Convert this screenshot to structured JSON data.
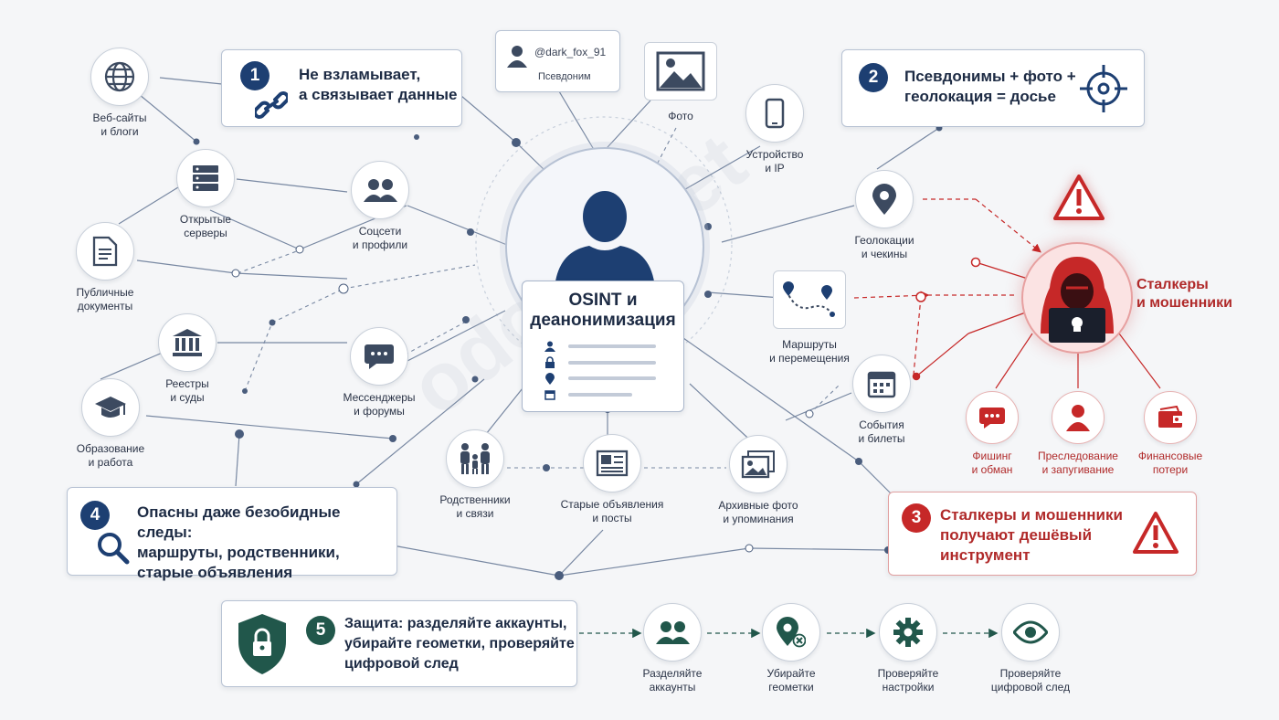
{
  "center": {
    "title": "OSINT и\nдеанонимизация"
  },
  "pseudonym_card": {
    "handle": "@dark_fox_91",
    "label": "Псевдоним"
  },
  "callouts": [
    {
      "num": "1",
      "text": "Не взламывает,\nа связывает данные"
    },
    {
      "num": "2",
      "text": "Псевдонимы + фото +\nгеолокация = досье"
    },
    {
      "num": "3",
      "text": "Сталкеры и мошенники\nполучают дешёвый\nинструмент"
    },
    {
      "num": "4",
      "text": "Опасны даже безобидные следы:\nмаршруты, родственники,\nстарые объявления"
    },
    {
      "num": "5",
      "text": "Защита: разделяйте аккаунты,\nубирайте геометки, проверяйте\nцифровой след"
    }
  ],
  "sources": {
    "websites": "Веб-сайты\nи блоги",
    "servers": "Открытые\nсерверы",
    "documents": "Публичные\nдокументы",
    "registries": "Реестры\nи суды",
    "education": "Образование\nи работа",
    "social": "Соцсети\nи профили",
    "messengers": "Мессенджеры\nи форумы",
    "photo": "Фото",
    "device": "Устройство\nи IP",
    "geolocation": "Геолокации\nи чекины",
    "routes": "Маршруты\nи перемещения",
    "events": "События\nи билеты",
    "relatives": "Родственники\nи связи",
    "old_ads": "Старые объявления\nи посты",
    "archive": "Архивные фото\nи упоминания"
  },
  "threat": {
    "label": "Сталкеры\nи мошенники",
    "phishing": "Фишинг\nи обман",
    "harassment": "Преследование\nи запугивание",
    "financial": "Финансовые\nпотери"
  },
  "protection": {
    "separate": "Разделяйте\nаккаунты",
    "geotags": "Убирайте\nгеометки",
    "settings": "Проверяйте\nнастройки",
    "footprint": "Проверяйте\nцифровой след"
  },
  "watermark": "odobo.net",
  "colors": {
    "navy": "#1d3f72",
    "red": "#c62828",
    "green": "#21574b",
    "line": "#6f7f98"
  }
}
